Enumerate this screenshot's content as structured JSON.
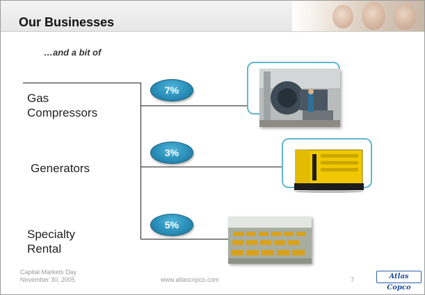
{
  "slide": {
    "title": "Our Businesses",
    "subtitle": "…and a bit of"
  },
  "businesses": [
    {
      "label_line1": "Gas",
      "label_line2": "Compressors",
      "share": "7%",
      "photo": "gas-compressor-photo"
    },
    {
      "label_line1": "Generators",
      "share": "3%",
      "photo": "generator-photo"
    },
    {
      "label_line1": "Specialty",
      "label_line2": "Rental",
      "share": "5%",
      "photo": "rental-yard-photo"
    }
  ],
  "footer": {
    "event_line1": "Capital Markets Day",
    "event_line2": "November 30, 2005",
    "url": "www.atlascopco.com",
    "page": "7",
    "logo_text": "Atlas Copco"
  },
  "colors": {
    "badge": "#2a8fb9",
    "frame": "#5fb6d4",
    "logo": "#1f4f9c"
  }
}
